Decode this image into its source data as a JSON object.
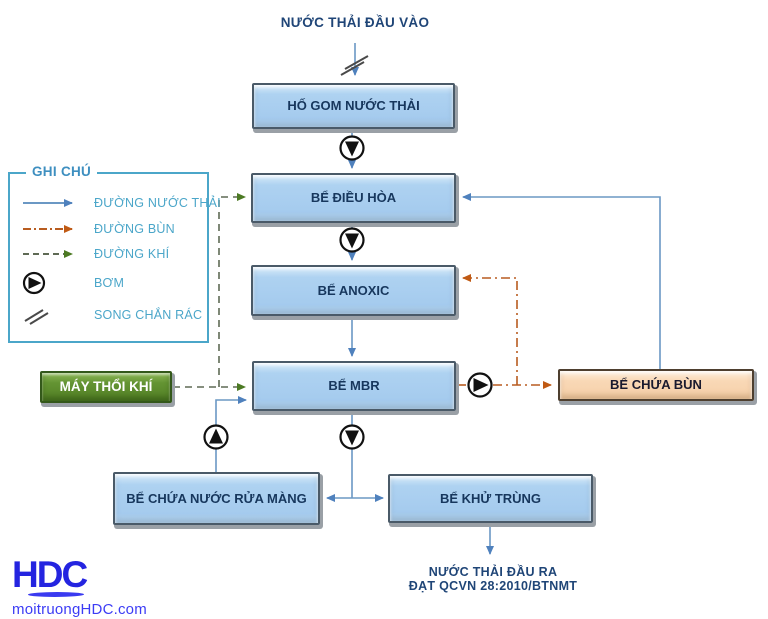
{
  "header": {
    "input_title": "NƯỚC THẢI ĐẦU VÀO"
  },
  "boxes": {
    "ho_gom": {
      "label": "HỐ GOM NƯỚC THẢI"
    },
    "dieu_hoa": {
      "label": "BỂ ĐIỀU HÒA"
    },
    "anoxic": {
      "label": "BỂ ANOXIC"
    },
    "mbr": {
      "label": "BỂ MBR"
    },
    "may_thoi_khi": {
      "label": "MÁY THỔI KHÍ"
    },
    "chua_bun": {
      "label": "BỂ CHỨA BÙN"
    },
    "chua_nuoc_rua_mang": {
      "label": "BỂ CHỨA NƯỚC RỬA MÀNG"
    },
    "khu_trung": {
      "label": "BỂ KHỬ TRÙNG"
    }
  },
  "legend": {
    "title": "GHI CHÚ",
    "items": [
      {
        "label": "ĐƯỜNG NƯỚC THẢI",
        "type": "water-line-solid-blue"
      },
      {
        "label": "ĐƯỜNG BÙN",
        "type": "sludge-line-dashdot-orange"
      },
      {
        "label": "ĐƯỜNG KHÍ",
        "type": "air-line-dashed-green"
      },
      {
        "label": "BƠM",
        "type": "pump-symbol"
      },
      {
        "label": "SONG CHẮN RÁC",
        "type": "bar-screen-symbol"
      }
    ]
  },
  "footer": {
    "output_line1": "NƯỚC THẢI ĐẦU RA",
    "output_line2": "ĐẠT QCVN 28:2010/BTNMT"
  },
  "logo": {
    "name": "HDC",
    "site": "moitruongHDC.com"
  },
  "colors": {
    "water_line": "#6b98c4",
    "water_arrow": "#4f81bd",
    "sludge_line": "#b85c20",
    "air_line": "#5f6a55",
    "air_arrow": "#4c7a23",
    "tank_fill": "#aed2f1",
    "blower_fill": "#649433",
    "sludge_tank_fill": "#f9d8b6",
    "navy_text": "#17375d",
    "legend_text": "#4ba6c9"
  }
}
